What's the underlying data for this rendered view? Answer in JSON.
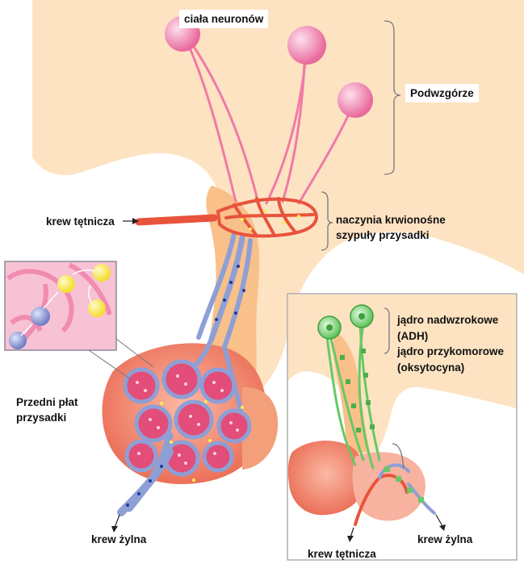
{
  "labels": {
    "neuron_bodies": "ciała neuronów",
    "hypothalamus": "Podwzgórze",
    "arterial_blood_left": "krew tętnicza",
    "portal_vessels_line1": "naczynia krwionośne",
    "portal_vessels_line2": "szypuły przysadki",
    "anterior_lobe_line1": "Przedni płat",
    "anterior_lobe_line2": "przysadki",
    "venous_blood_left": "krew żylna",
    "supraoptic_nucleus": "jądro nadwzrokowe",
    "adh": "(ADH)",
    "paraventricular_nucleus": "jądro przykomorowe",
    "oxytocin": "(oksytocyna)",
    "arterial_blood_right": "krew tętnicza",
    "venous_blood_right": "krew żylna"
  },
  "colors": {
    "tissue_light": "#fde3c2",
    "tissue_mid": "#f9c08a",
    "neuron_pink": "#f48fb6",
    "capillary_red": "#e8533c",
    "portal_blue": "#8e9fd6",
    "gland_red": "#f08070",
    "secretory_green": "#68c866",
    "hormone_yellow": "#fff050"
  }
}
